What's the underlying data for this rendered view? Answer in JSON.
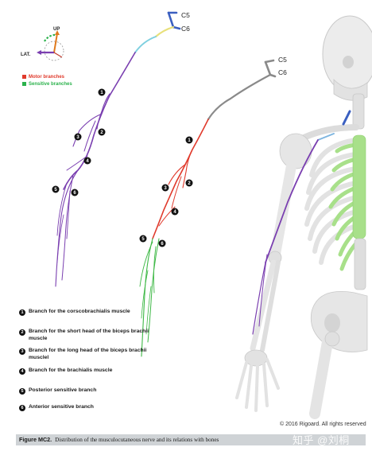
{
  "roots": {
    "c5": "C5",
    "c6": "C6"
  },
  "orientation": {
    "up": "UP",
    "lat": "LAT."
  },
  "key": {
    "motor": "Motor branches",
    "sensitive": "Sensitive branches",
    "motor_color": "#e03a2c",
    "sensitive_color": "#2bb24c"
  },
  "colors": {
    "nerve_purple": "#7a3fb0",
    "nerve_motor": "#e03a2c",
    "nerve_sensitive": "#3db845",
    "nerve_root": "#3a5fc0",
    "nerve_grey": "#8a8a8a",
    "bone": "#e8e8e8",
    "cartilage": "#a8e08a"
  },
  "branch_markers": [
    "1",
    "2",
    "3",
    "4",
    "5",
    "6"
  ],
  "legend": [
    {
      "num": "1",
      "text": "Branch for the corscobrachialis muscle"
    },
    {
      "num": "2",
      "text": "Branch for the short head of the biceps brachii muscle"
    },
    {
      "num": "3",
      "text": "Branch for the long head of the biceps brachii musclel"
    },
    {
      "num": "4",
      "text": "Branch for the brachialis muscle"
    },
    {
      "num": "5",
      "text": "Posterior sensitive branch"
    },
    {
      "num": "6",
      "text": "Anterior sensitive branch"
    }
  ],
  "copyright": "© 2016 Rigoard. All rights reserved",
  "watermark": "知乎 @刘桐",
  "caption": {
    "label": "Figure MC2.",
    "text": "Distribution of the musculocutaneous nerve and its relations with bones"
  }
}
